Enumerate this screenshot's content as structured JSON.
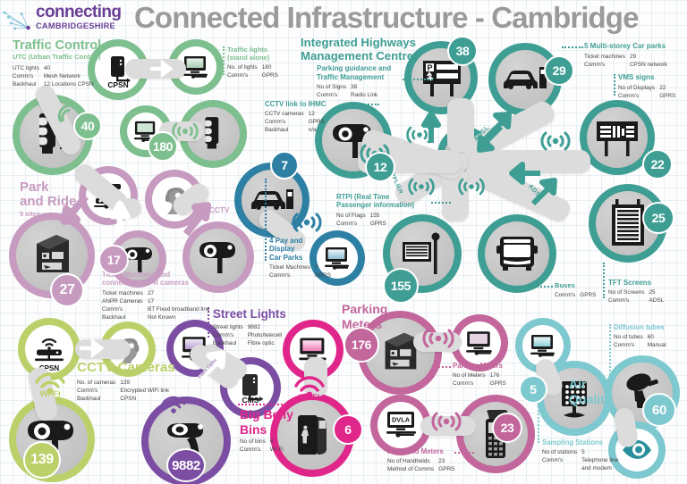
{
  "brand": {
    "logo_word": "connecting",
    "logo_sub": "CAMBRIDGESHIRE",
    "logo_icon": "network-nodes-icon",
    "color": "#6a3f96"
  },
  "header": {
    "title": "Connected Infrastructure - Cambridge",
    "color": "#9a9a9a"
  },
  "palette": {
    "green": "#7dbf8e",
    "teal": "#3f9e94",
    "teal_dark": "#2f8d84",
    "mauve": "#c79bc0",
    "blue": "#2d7fa3",
    "purple": "#7b4ea3",
    "olive": "#bcd06a",
    "magenta": "#e0268a",
    "pink": "#c2669b",
    "lightblue": "#7ec8cf",
    "grey": "#c3c3c3",
    "link": "#dcdcdc"
  },
  "sections": [
    {
      "id": "traffic-control",
      "title": "Traffic Control",
      "subtitle": "UTC (Urban Traffic Control)",
      "color": "#7dbf8e"
    },
    {
      "id": "park-and-ride",
      "title": "Park\nand Ride",
      "subtitle": "5 sites",
      "color": "#c79bc0"
    },
    {
      "id": "ihmc",
      "title": "Integrated Highways\nManagement Centre",
      "subtitle": "",
      "color": "#3f9e94"
    },
    {
      "id": "street-lights",
      "title": "Street Lights",
      "subtitle": "",
      "color": "#7b4ea3"
    },
    {
      "id": "cctv-cameras",
      "title": "CCTV Cameras",
      "subtitle": "",
      "color": "#bcd06a"
    },
    {
      "id": "big-belly-bins",
      "title": "Big Belly\nBins",
      "subtitle": "",
      "color": "#e0268a"
    },
    {
      "id": "parking-meters",
      "title": "Parking\nMeters",
      "subtitle": "",
      "color": "#c2669b"
    },
    {
      "id": "air-quality",
      "title": "Air\nQuality",
      "subtitle": "",
      "color": "#7ec8cf"
    },
    {
      "id": "cctv-mid",
      "title": "CCTV",
      "subtitle": "",
      "color": "#c79bc0"
    }
  ],
  "callouts": [
    {
      "id": "utc",
      "title": "",
      "color": "#7dbf8e",
      "rows": [
        [
          "UTC lights",
          "40"
        ],
        [
          "Comm's",
          "Mesh Network"
        ],
        [
          "Backhaul",
          "12 Locations CPSN"
        ]
      ]
    },
    {
      "id": "traffic-lights-standalone",
      "title": "Traffic lights\n(stand alone)",
      "color": "#7dbf8e",
      "rows": [
        [
          "No. of lights",
          "180"
        ],
        [
          "Comm's",
          "GPRS"
        ]
      ]
    },
    {
      "id": "cctv-link-ihmc",
      "title": "CCTV link to IHMC",
      "color": "#3f9e94",
      "rows": [
        [
          "CCTV cameras",
          "12"
        ],
        [
          "Comm's",
          "GPRS"
        ],
        [
          "Backhaul",
          "n/a"
        ]
      ]
    },
    {
      "id": "parking-guidance",
      "title": "Parking guidance and\nTraffic Management",
      "color": "#3f9e94",
      "rows": [
        [
          "No of Signs",
          "38"
        ],
        [
          "Comm's",
          "Radio Link"
        ]
      ]
    },
    {
      "id": "multi-storey-car-parks",
      "title": "5 Multi-storey Car parks",
      "color": "#3f9e94",
      "rows": [
        [
          "Ticket machines",
          "29"
        ],
        [
          "Comm's",
          "CPSN network"
        ]
      ]
    },
    {
      "id": "vms-signs",
      "title": "VMS signs",
      "color": "#3f9e94",
      "rows": [
        [
          "No of Displays",
          "22"
        ],
        [
          "Comm's",
          "GPRS"
        ]
      ]
    },
    {
      "id": "ticket-machines-anpr",
      "title": "Ticket Machines and\nconnected ANPR cameras",
      "color": "#c79bc0",
      "rows": [
        [
          "Ticket machines",
          "27"
        ],
        [
          "ANPR Cameras",
          "17"
        ],
        [
          "Comm's",
          "BT Fixed broadband line"
        ],
        [
          "Backhaul",
          "Not Known"
        ]
      ]
    },
    {
      "id": "pay-display-car-parks",
      "title": "4 Pay and\nDisplay\nCar Parks",
      "color": "#2d7fa3",
      "rows": [
        [
          "Ticket Machines",
          "7"
        ],
        [
          "Comm's",
          "GPRS"
        ]
      ]
    },
    {
      "id": "rtpi",
      "title": "RTPI (Real Time\nPassenger information)",
      "color": "#3f9e94",
      "rows": [
        [
          "No of Flags",
          "155"
        ],
        [
          "Comm's",
          "GPRS"
        ]
      ]
    },
    {
      "id": "buses",
      "title": "Buses",
      "color": "#3f9e94",
      "rows": [
        [
          "Comm's",
          "GPRS"
        ]
      ]
    },
    {
      "id": "tft-screens",
      "title": "TFT Screens",
      "color": "#3f9e94",
      "rows": [
        [
          "No of Screens",
          "25"
        ],
        [
          "Comm's",
          "ADSL"
        ]
      ]
    },
    {
      "id": "diffusion-tubes",
      "title": "Diffusion tubes",
      "color": "#7ec8cf",
      "rows": [
        [
          "No of tubes",
          "60"
        ],
        [
          "Comm's",
          "Manual"
        ]
      ]
    },
    {
      "id": "sampling-stations",
      "title": "Sampling Stations",
      "color": "#7ec8cf",
      "rows": [
        [
          "No of stations",
          "5"
        ],
        [
          "Comm's",
          "Telephone line"
        ],
        [
          "",
          "and modem"
        ]
      ]
    },
    {
      "id": "street-lights-data",
      "title": "",
      "color": "#7b4ea3",
      "rows": [
        [
          "Street lights",
          "9882"
        ],
        [
          "Comm's",
          "Photo/telecell"
        ],
        [
          "Backhaul",
          "Fibre optic"
        ]
      ]
    },
    {
      "id": "cctv-cameras-data",
      "title": "",
      "color": "#bcd06a",
      "rows": [
        [
          "No. of cameras",
          "139"
        ],
        [
          "Comm's",
          "Encrypted WiFi link"
        ],
        [
          "Backhaul",
          "CPSN"
        ]
      ]
    },
    {
      "id": "big-belly-bins-data",
      "title": "",
      "color": "#e0268a",
      "rows": [
        [
          "No of bins",
          "6"
        ],
        [
          "Comm's",
          "Wi-Fi"
        ]
      ]
    },
    {
      "id": "parking-meters-data",
      "title": "Parking Meters",
      "color": "#c2669b",
      "rows": [
        [
          "No of Meters",
          "176"
        ],
        [
          "Comm's",
          "GPRS"
        ]
      ]
    },
    {
      "id": "handheld-meters",
      "title": "Handheld Meters",
      "color": "#c2669b",
      "rows": [
        [
          "No of Handhelds",
          "23"
        ],
        [
          "Method of Comms",
          "GPRS"
        ]
      ]
    }
  ],
  "nodes": [
    {
      "id": "cpsn-traffic",
      "icon": "server-cpsn-icon",
      "label": "CPSN",
      "color": "#7dbf8e",
      "badge": null
    },
    {
      "id": "utc-monitor",
      "icon": "monitor-icon",
      "label": "",
      "color": "#7dbf8e",
      "badge": null
    },
    {
      "id": "traffic-light-40",
      "icon": "traffic-light-icon",
      "label": "",
      "color": "#7dbf8e",
      "badge": "40"
    },
    {
      "id": "standalone-monitor",
      "icon": "monitor-icon",
      "label": "",
      "color": "#7dbf8e",
      "badge": null
    },
    {
      "id": "traffic-light-180",
      "icon": "traffic-light-icon",
      "label": "",
      "color": "#7dbf8e",
      "badge": "180"
    },
    {
      "id": "pr-server",
      "icon": "server-rack-icon",
      "label": "",
      "color": "#c79bc0",
      "badge": null
    },
    {
      "id": "pr-ticket-machine",
      "icon": "ticket-machine-icon",
      "label": "",
      "color": "#c79bc0",
      "badge": "27"
    },
    {
      "id": "pr-anpr-camera",
      "icon": "cctv-camera-icon",
      "label": "",
      "color": "#c79bc0",
      "badge": "17"
    },
    {
      "id": "pr-operator",
      "icon": "operator-icon",
      "label": "",
      "color": "#c79bc0",
      "badge": null
    },
    {
      "id": "cctv-mid-camera",
      "icon": "cctv-camera-icon",
      "label": "",
      "color": "#c79bc0",
      "badge": null
    },
    {
      "id": "paydisplay-car",
      "icon": "car-barrier-icon",
      "label": "",
      "color": "#2d7fa3",
      "badge": "7"
    },
    {
      "id": "paydisplay-monitor",
      "icon": "monitor-icon",
      "label": "",
      "color": "#2d7fa3",
      "badge": null
    },
    {
      "id": "ihmc-cctv",
      "icon": "cctv-camera-icon",
      "label": "",
      "color": "#3f9e94",
      "badge": "12"
    },
    {
      "id": "parking-sign-38",
      "icon": "parking-sign-icon",
      "label": "",
      "color": "#3f9e94",
      "badge": "38"
    },
    {
      "id": "car-park-29",
      "icon": "car-barrier-icon",
      "label": "",
      "color": "#3f9e94",
      "badge": "29"
    },
    {
      "id": "vms-sign-22",
      "icon": "vms-sign-icon",
      "label": "",
      "color": "#3f9e94",
      "badge": "22"
    },
    {
      "id": "tft-screen-25",
      "icon": "tft-screen-icon",
      "label": "",
      "color": "#3f9e94",
      "badge": "25"
    },
    {
      "id": "rtpi-flag-155",
      "icon": "rtpi-flag-icon",
      "label": "",
      "color": "#3f9e94",
      "badge": "155"
    },
    {
      "id": "bus",
      "icon": "bus-icon",
      "label": "",
      "color": "#3f9e94",
      "badge": null
    },
    {
      "id": "ihmc-hub",
      "icon": "ihmc-monitor-icon",
      "label": "IHMC",
      "color": "#3f9e94",
      "badge": null
    },
    {
      "id": "cpsn-cctv",
      "icon": "router-cpsn-icon",
      "label": "CPSN",
      "color": "#bcd06a",
      "badge": null
    },
    {
      "id": "cctv-operator",
      "icon": "operator-icon",
      "label": "",
      "color": "#bcd06a",
      "badge": null
    },
    {
      "id": "cctv-camera-139",
      "icon": "cctv-camera-icon",
      "label": "",
      "color": "#bcd06a",
      "badge": "139"
    },
    {
      "id": "sl-monitor",
      "icon": "monitor-icon",
      "label": "",
      "color": "#7b4ea3",
      "badge": null
    },
    {
      "id": "sl-cms",
      "icon": "cms-server-icon",
      "label": "CMS",
      "color": "#7b4ea3",
      "badge": null
    },
    {
      "id": "sl-lamp-9882",
      "icon": "street-lamp-icon",
      "label": "",
      "color": "#7b4ea3",
      "badge": "9882"
    },
    {
      "id": "bbb-monitor",
      "icon": "monitor-icon",
      "label": "",
      "color": "#e0268a",
      "badge": null
    },
    {
      "id": "bbb-bin-6",
      "icon": "bin-icon",
      "label": "",
      "color": "#e0268a",
      "badge": "6"
    },
    {
      "id": "pm-meter-176",
      "icon": "ticket-machine-icon",
      "label": "",
      "color": "#c2669b",
      "badge": "176"
    },
    {
      "id": "pm-monitor",
      "icon": "monitor-icon",
      "label": "",
      "color": "#c2669b",
      "badge": null
    },
    {
      "id": "hm-dvla",
      "icon": "dvla-monitor-icon",
      "label": "DVLA",
      "color": "#c2669b",
      "badge": null
    },
    {
      "id": "hm-handheld-23",
      "icon": "handheld-icon",
      "label": "",
      "color": "#c2669b",
      "badge": "23"
    },
    {
      "id": "aq-monitor",
      "icon": "monitor-icon",
      "label": "",
      "color": "#7ec8cf",
      "badge": null
    },
    {
      "id": "aq-station-5",
      "icon": "sampling-station-icon",
      "label": "",
      "color": "#7ec8cf",
      "badge": "5"
    },
    {
      "id": "aq-tube-60",
      "icon": "diffusion-tube-icon",
      "label": "",
      "color": "#7ec8cf",
      "badge": "60"
    },
    {
      "id": "aq-eye",
      "icon": "eye-icon",
      "label": "",
      "color": "#7ec8cf",
      "badge": null
    }
  ],
  "hub": {
    "label": "IHMC",
    "arms": [
      "ADSL",
      "ADSL",
      "LAN SUPPLIER"
    ]
  },
  "wifi_labels": [
    {
      "id": "wifi-cctv",
      "text": "Wi-Fi",
      "color": "#bcd06a"
    },
    {
      "id": "wifi-bins",
      "text": "Wi-Fi",
      "color": "#e0268a"
    }
  ],
  "link_labels": [
    {
      "id": "link-broadband-pr",
      "text": "BT Broadband"
    },
    {
      "id": "link-fibre-sl",
      "text": "Fibre Optic"
    }
  ]
}
